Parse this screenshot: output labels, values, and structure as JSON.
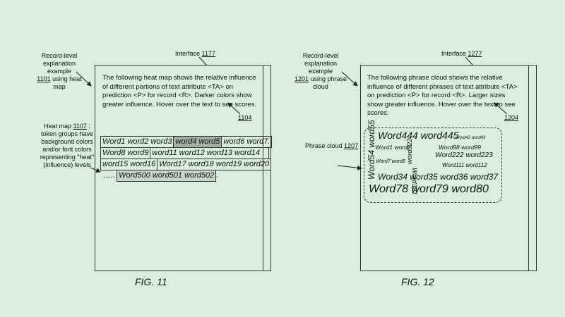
{
  "fig11": {
    "caption": "FIG. 11",
    "example_label_line1": "Record-level",
    "example_label_line2": "explanation example",
    "example_label_ref": "1101",
    "example_label_line3": " using heat",
    "example_label_line4": "map",
    "interface_label": "Interface ",
    "interface_ref": "1177",
    "panel_text": "The following heat map shows the relative influence of different portions of text attribute <TA> on prediction <P> for record <R>. Darker colors show greater influence. Hover over the text to see scores.",
    "panel_ref": "1104",
    "heatmap_label_line1": "Heat map ",
    "heatmap_label_ref": "1107",
    "heatmap_label_line1_end": " :",
    "heatmap_label_line2": "token groups have",
    "heatmap_label_line3": "background colors",
    "heatmap_label_line4": "and/or font colors",
    "heatmap_label_line5": "representing \"heat\"",
    "heatmap_label_line6": "(influence) levels",
    "heatmap_rows": [
      [
        "Word1 word2 word3",
        "word4 word5",
        "word6 word7."
      ],
      [
        "Word8 word9",
        "word11 word12 word13 word14"
      ],
      [
        "word15 word16",
        "Word17 word18 word19 word20"
      ],
      [
        "…..",
        "Word500 word501 word502",
        "."
      ]
    ]
  },
  "fig12": {
    "caption": "FIG. 12",
    "example_label_line1": "Record-level",
    "example_label_line2": "explanation example",
    "example_label_ref": "1201",
    "example_label_line3": " using phrase",
    "example_label_line4": "cloud",
    "interface_label": "Interface ",
    "interface_ref": "1277",
    "panel_text": "The following phrase cloud shows the relative influence of different phrases of text attribute <TA> on prediction <P> for record <R>. Larger sizes show greater influence. Hover over the text to see scores.",
    "panel_ref": "1204",
    "cloud_label": "Phrase cloud  ",
    "cloud_ref": "1207",
    "cloud_words": {
      "w444": "Word444 word445",
      "w442": "Word42 word43",
      "w1": "Word1 word2",
      "w98": "Word98 word99",
      "w7": "Word7 word8",
      "w222": "Word222 word223",
      "w111": "Word111 word112",
      "w54": "Word54 word55",
      "w322": "word322",
      "w321": "Word321",
      "w34": "Word34 word35 word36 word37",
      "w78": "Word78 word79 word80"
    }
  }
}
